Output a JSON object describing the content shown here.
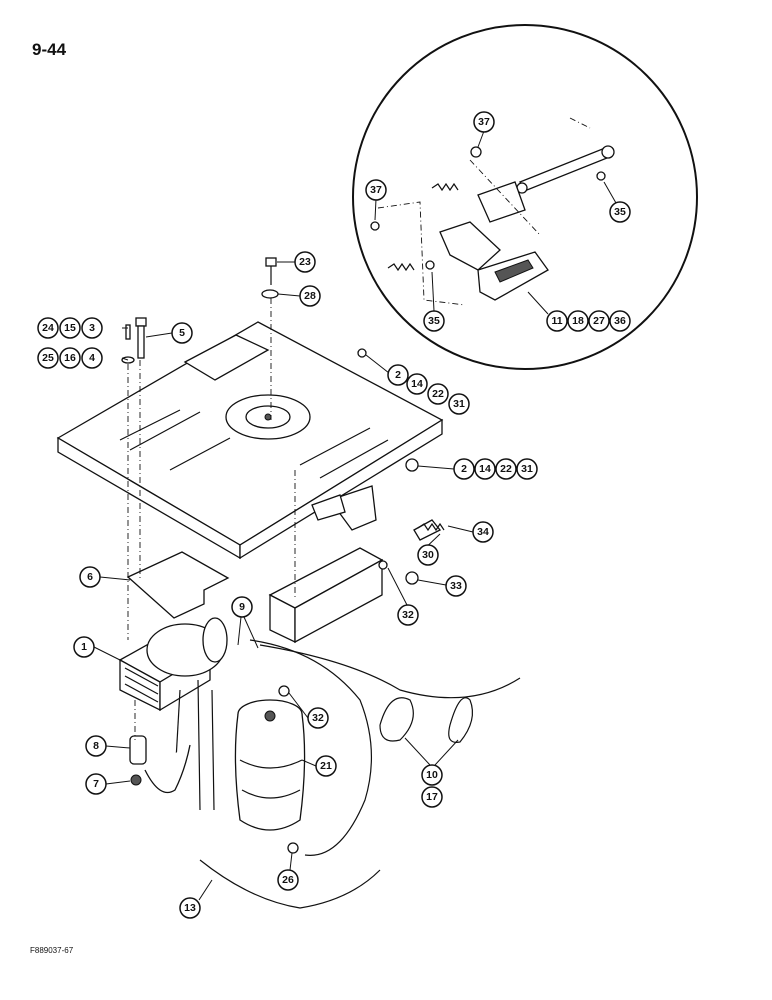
{
  "page_number": "9-44",
  "figure_code": "F889037-67",
  "callouts": {
    "c37a": "37",
    "c37b": "37",
    "c35a": "35",
    "c35b": "35",
    "c11": "11",
    "c18": "18",
    "c27": "27",
    "c36": "36",
    "c23": "23",
    "c28": "28",
    "c24": "24",
    "c15": "15",
    "c3": "3",
    "c5": "5",
    "c25": "25",
    "c16": "16",
    "c4": "4",
    "c2a": "2",
    "c14a": "14",
    "c22a": "22",
    "c31a": "31",
    "c2b": "2",
    "c14b": "14",
    "c22b": "22",
    "c31b": "31",
    "c34": "34",
    "c30": "30",
    "c33": "33",
    "c32a": "32",
    "c6": "6",
    "c9": "9",
    "c1": "1",
    "c32b": "32",
    "c21": "21",
    "c8": "8",
    "c7": "7",
    "c10": "10",
    "c17": "17",
    "c13": "13",
    "c26": "26"
  }
}
